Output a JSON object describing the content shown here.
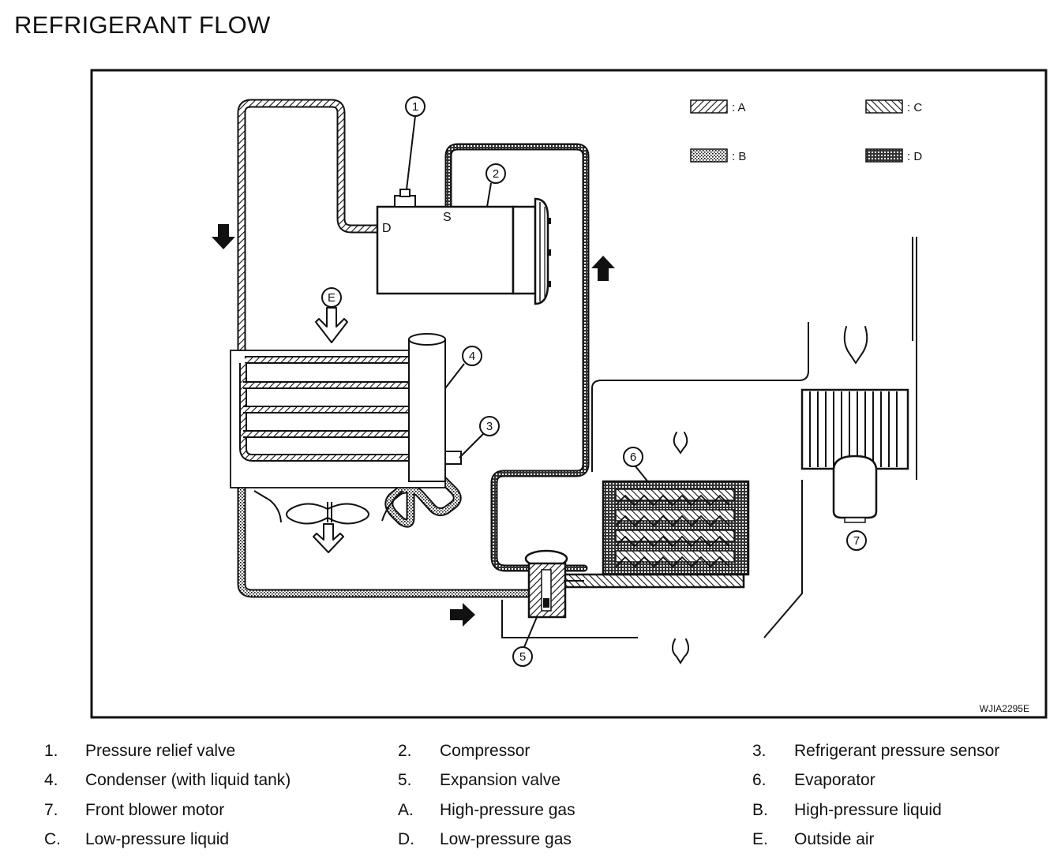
{
  "title": "REFRIGERANT FLOW",
  "figure_code": "WJIA2295E",
  "callouts": [
    "1",
    "2",
    "3",
    "4",
    "5",
    "6",
    "7",
    "E"
  ],
  "port_labels": {
    "discharge": "D",
    "suction": "S"
  },
  "key": [
    {
      "code": "A",
      "label": ": A",
      "pattern": "diagonal-hatch"
    },
    {
      "code": "B",
      "label": ": B",
      "pattern": "fine-dots"
    },
    {
      "code": "C",
      "label": ": C",
      "pattern": "reverse-diagonal-hatch"
    },
    {
      "code": "D",
      "label": ": D",
      "pattern": "dense-dots"
    }
  ],
  "legend": [
    [
      {
        "num": "1.",
        "text": "Pressure relief valve"
      },
      {
        "num": "2.",
        "text": "Compressor"
      },
      {
        "num": "3.",
        "text": "Refrigerant pressure sensor"
      }
    ],
    [
      {
        "num": "4.",
        "text": "Condenser (with liquid tank)"
      },
      {
        "num": "5.",
        "text": "Expansion valve"
      },
      {
        "num": "6.",
        "text": "Evaporator"
      }
    ],
    [
      {
        "num": "7.",
        "text": "Front blower motor"
      },
      {
        "num": "A.",
        "text": "High-pressure gas"
      },
      {
        "num": "B.",
        "text": "High-pressure liquid"
      }
    ],
    [
      {
        "num": "C.",
        "text": "Low-pressure liquid"
      },
      {
        "num": "D.",
        "text": "Low-pressure gas"
      },
      {
        "num": "E.",
        "text": "Outside air"
      }
    ]
  ]
}
